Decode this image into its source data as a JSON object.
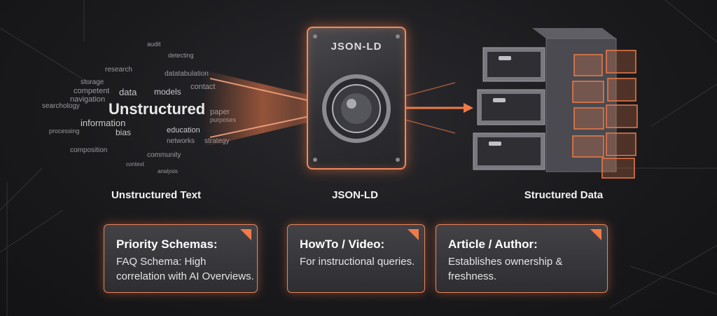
{
  "diagram": {
    "word_cloud_words": [
      "Unstructured",
      "information",
      "data",
      "models",
      "navigation",
      "competent",
      "storage",
      "education",
      "networks",
      "strategy",
      "community",
      "contact",
      "paper",
      "purposes",
      "searchology",
      "composition",
      "datatabulation",
      "detecting",
      "processing",
      "context",
      "analysis",
      "research",
      "bias",
      "audit"
    ],
    "lens_title": "JSON-LD",
    "labels": {
      "unstructured": "Unstructured Text",
      "jsonld": "JSON-LD",
      "structured": "Structured Data"
    }
  },
  "cards": [
    {
      "title": "Priority Schemas:",
      "body": "FAQ Schema: High correlation with AI Overviews."
    },
    {
      "title": "HowTo / Video:",
      "body": "For instructional queries."
    },
    {
      "title": "Article / Author:",
      "body": "Establishes ownership & freshness."
    }
  ],
  "colors": {
    "accent": "#f07a48",
    "background": "#1a1a1d"
  }
}
